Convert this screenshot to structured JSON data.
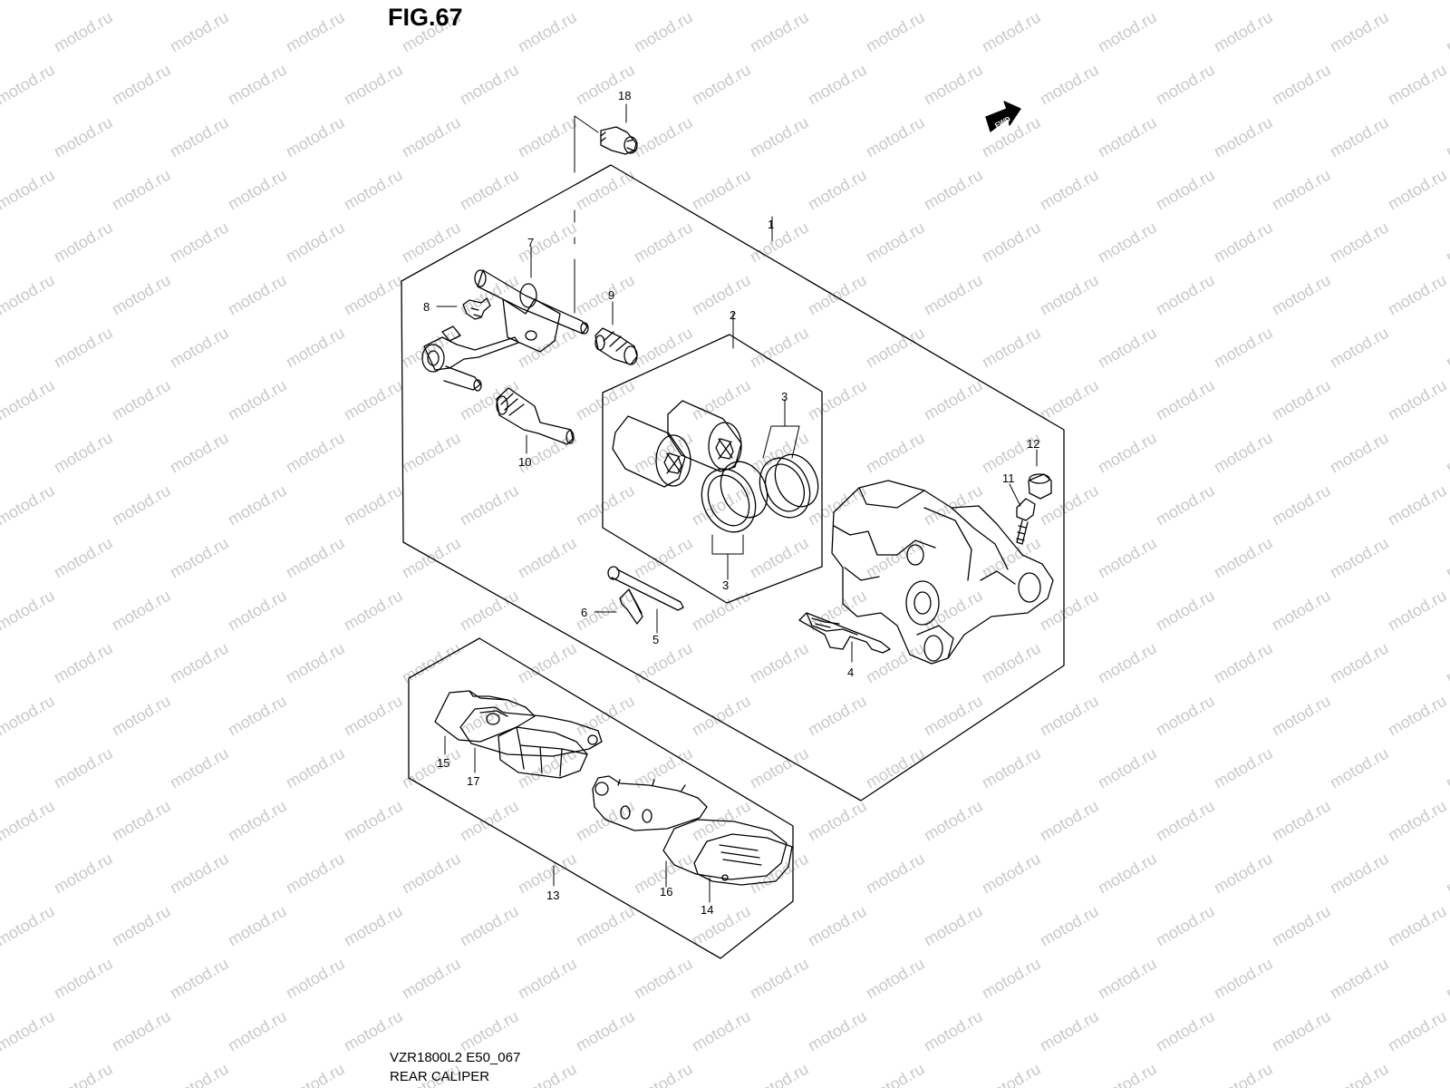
{
  "figure": {
    "title": "FIG.67",
    "code": "VZR1800L2 E50_067",
    "name": "REAR CALIPER",
    "fwd_label": "FWD",
    "watermark": "motod.ru",
    "line_color": "#000000",
    "watermark_color": "#c9c9c9"
  },
  "callouts": [
    {
      "id": "c1",
      "label": "1"
    },
    {
      "id": "c2",
      "label": "2"
    },
    {
      "id": "c3a",
      "label": "3"
    },
    {
      "id": "c3b",
      "label": "3"
    },
    {
      "id": "c4",
      "label": "4"
    },
    {
      "id": "c5",
      "label": "5"
    },
    {
      "id": "c6",
      "label": "6"
    },
    {
      "id": "c7",
      "label": "7"
    },
    {
      "id": "c8",
      "label": "8"
    },
    {
      "id": "c9",
      "label": "9"
    },
    {
      "id": "c10",
      "label": "10"
    },
    {
      "id": "c11",
      "label": "11"
    },
    {
      "id": "c12",
      "label": "12"
    },
    {
      "id": "c13",
      "label": "13"
    },
    {
      "id": "c14",
      "label": "14"
    },
    {
      "id": "c15",
      "label": "15"
    },
    {
      "id": "c16",
      "label": "16"
    },
    {
      "id": "c17",
      "label": "17"
    },
    {
      "id": "c18",
      "label": "18"
    }
  ]
}
